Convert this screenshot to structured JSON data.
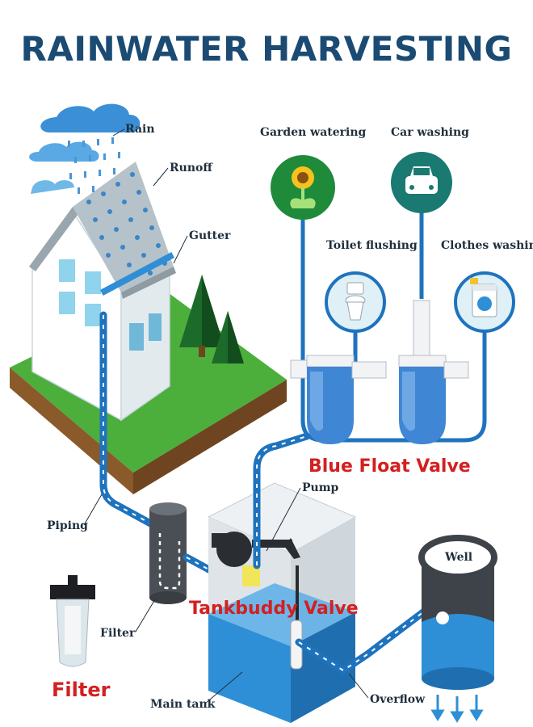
{
  "title": "RAINWATER HARVESTING",
  "labels": {
    "rain": "Rain",
    "runoff": "Runoff",
    "gutter": "Gutter",
    "garden_watering": "Garden watering",
    "car_washing": "Car washing",
    "toilet_flushing": "Toilet flushing",
    "clothes_washing": "Clothes washing",
    "piping": "Piping",
    "pump": "Pump",
    "filter": "Filter",
    "well": "Well",
    "main_tank": "Main tank",
    "overflow": "Overflow"
  },
  "callouts": {
    "blue_float_valve": "Blue Float Valve",
    "tankbuddy_valve": "Tankbuddy Valve",
    "filter_product": "Filter"
  },
  "colors": {
    "title": "#1b4b73",
    "pipe": "#1e73be",
    "water": "#2f8fd6",
    "grass": "#4caf3c",
    "callout_red": "#d32020",
    "usage_green": "#1e8a3a",
    "usage_teal": "#1a7a72",
    "usage_light": "#dff0f7"
  },
  "icons": [
    "rain-cloud-icon",
    "sunflower-icon",
    "car-icon",
    "toilet-icon",
    "washing-machine-icon",
    "pump-icon",
    "float-valve-icon"
  ]
}
